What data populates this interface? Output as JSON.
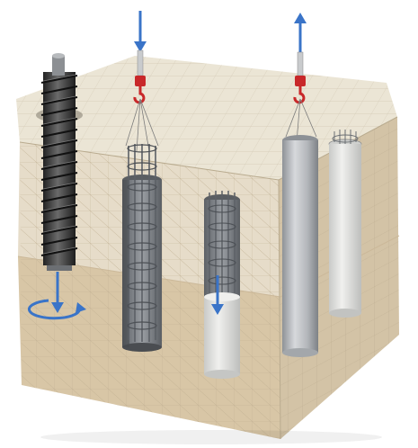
{
  "diagram": {
    "labels": [],
    "colors": {
      "soil_top": "#ebe5d5",
      "soil_upper_front": "#e6dcc9",
      "soil_lower_front": "#d8c6a6",
      "soil_right": "#d3c3a6",
      "grid_line": "#bfb29a",
      "auger": "#3a3a3a",
      "steel_casing": "#b9bcc0",
      "rebar": "#6b6f74",
      "concrete": "#e3e4e2",
      "arrow_blue": "#3a74c8",
      "hook_red": "#c8282a"
    },
    "stages": [
      {
        "name": "auger-drilling",
        "arrow": "down-rotate"
      },
      {
        "name": "rebar-cage-lowering",
        "arrow": "down"
      },
      {
        "name": "concrete-pouring",
        "arrow": "down"
      },
      {
        "name": "casing-extraction",
        "arrow": "up"
      }
    ],
    "icons": [
      "auger-icon",
      "crane-hook-icon",
      "down-arrow-icon",
      "up-arrow-icon",
      "rotation-arrow-icon"
    ]
  }
}
